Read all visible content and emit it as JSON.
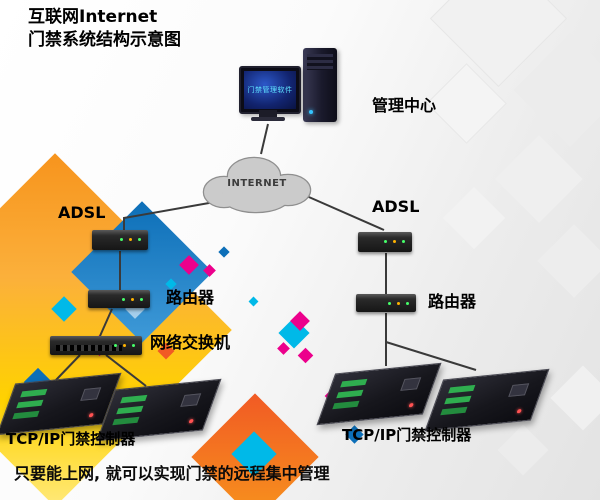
{
  "title": {
    "line1": "互联网Internet",
    "line2": "门禁系统结构示意图"
  },
  "nodes": {
    "management_center": {
      "label": "管理中心",
      "screen_text": "门禁管理软件"
    },
    "internet_cloud": {
      "label": "INTERNET"
    },
    "adsl_left": {
      "label": "ADSL"
    },
    "adsl_right": {
      "label": "ADSL"
    },
    "router_left": {
      "label": "路由器"
    },
    "router_right": {
      "label": "路由器"
    },
    "switch": {
      "label": "网络交换机"
    },
    "controllers_left": {
      "label": "TCP/IP门禁控制器"
    },
    "controllers_right": {
      "label": "TCP/IP门禁控制器"
    }
  },
  "footer": {
    "note": "只要能上网, 就可以实现门禁的远程集中管理"
  },
  "colors": {
    "burst_orange": "#f7941d",
    "burst_yellow": "#ffd200",
    "burst_blue": "#0d6fb8",
    "burst_magenta": "#ec008c",
    "burst_cyan": "#00b9e8",
    "wire": "#3a3a3a",
    "cloud_fill": "#cbcbcb"
  }
}
